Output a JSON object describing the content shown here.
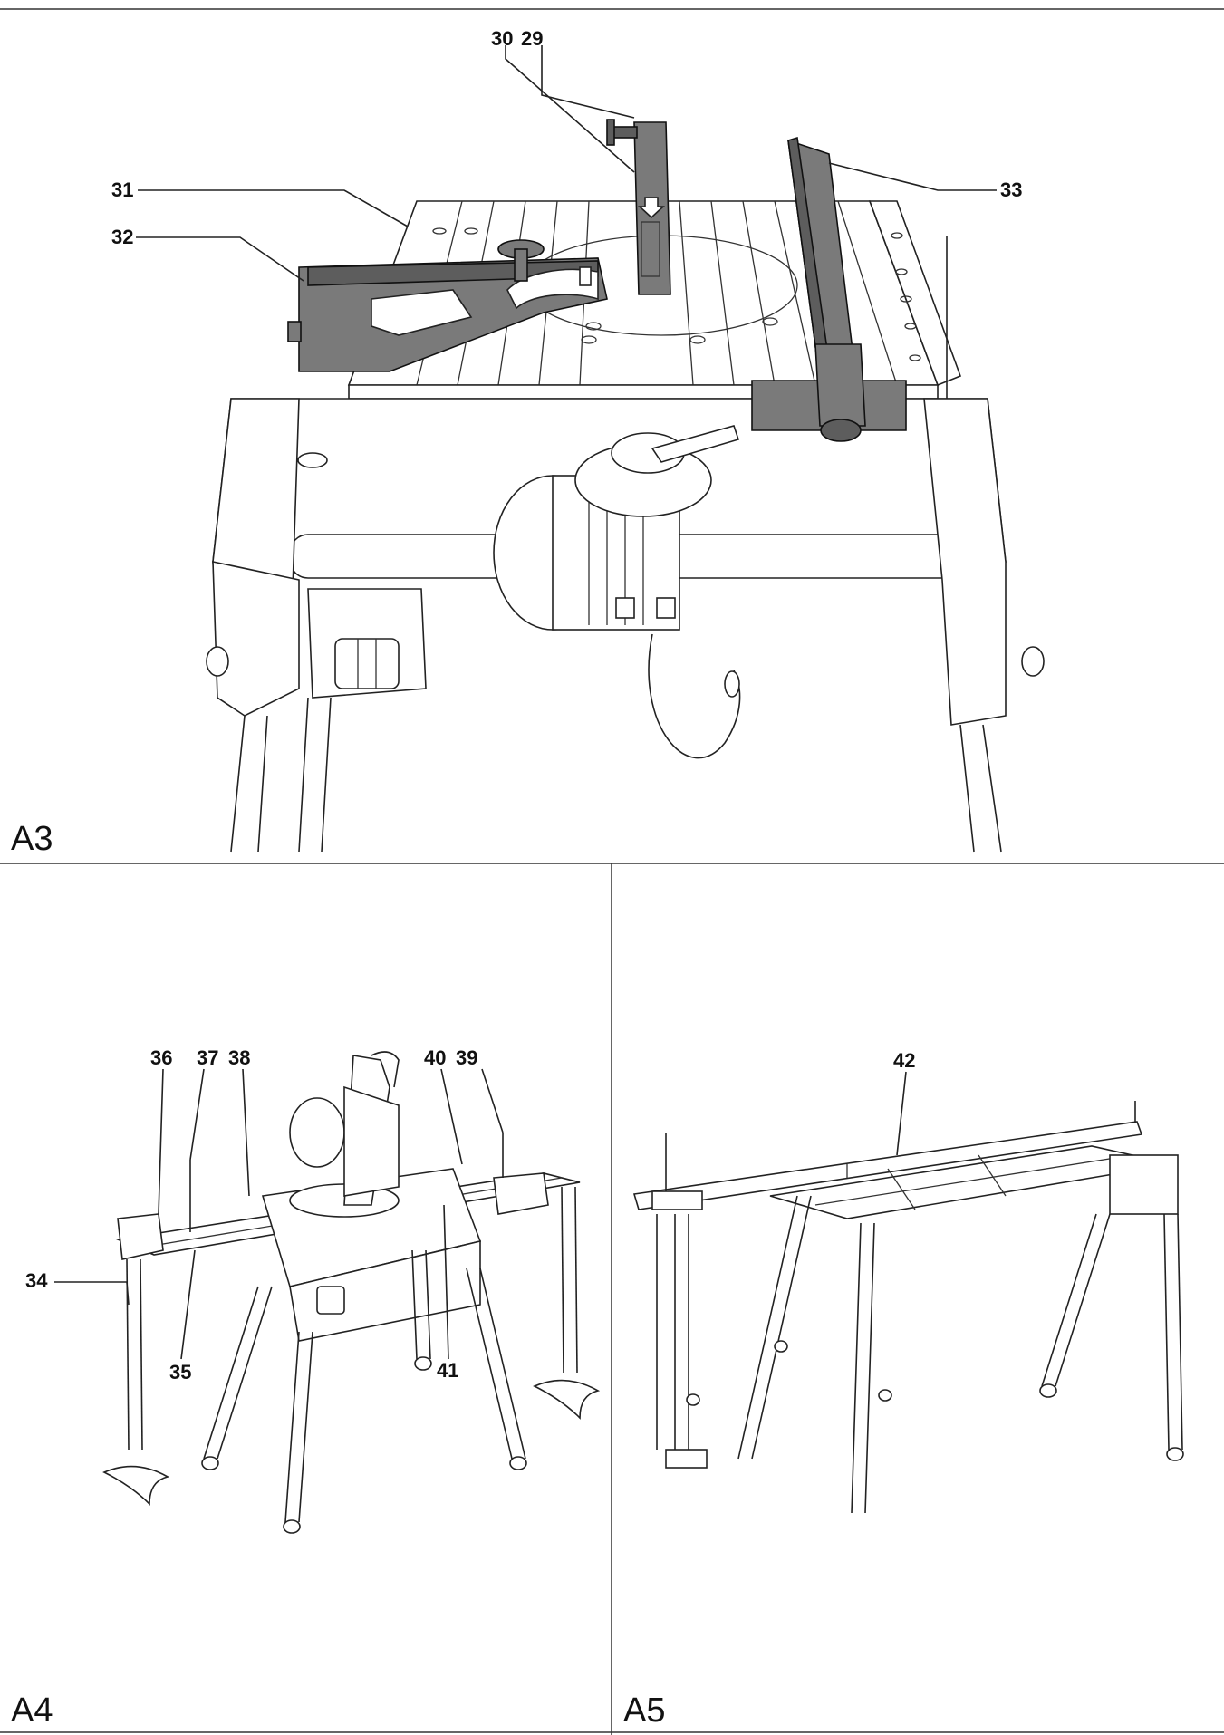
{
  "figures": {
    "a3": {
      "label": "A3",
      "callouts": [
        "30",
        "29",
        "31",
        "32",
        "33"
      ]
    },
    "a4": {
      "label": "A4",
      "callouts": [
        "36",
        "37",
        "38",
        "40",
        "39",
        "34",
        "35",
        "41"
      ]
    },
    "a5": {
      "label": "A5",
      "callouts": [
        "42"
      ]
    }
  }
}
